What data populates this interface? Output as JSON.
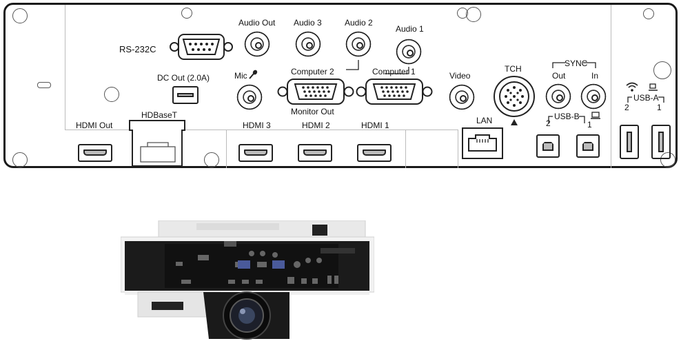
{
  "panel": {
    "labels": {
      "rs232c": "RS-232C",
      "audio_out": "Audio Out",
      "audio3": "Audio 3",
      "audio2": "Audio 2",
      "audio1": "Audio 1",
      "dc_out": "DC Out (2.0A)",
      "mic": "Mic",
      "computer2": "Computer 2",
      "computer1": "Computer 1",
      "monitor_out": "Monitor Out",
      "video": "Video",
      "tch": "TCH",
      "sync": "SYNC",
      "sync_out": "Out",
      "sync_in": "In",
      "usb_a": "USB-A",
      "usb_a_2": "2",
      "usb_a_1": "1",
      "usb_b": "USB-B",
      "usb_b_2": "2",
      "usb_b_1": "1",
      "hdmi_out": "HDMI Out",
      "hdbaset": "HDBaseT",
      "hdmi3": "HDMI 3",
      "hdmi2": "HDMI 2",
      "hdmi1": "HDMI 1",
      "lan": "LAN"
    }
  },
  "colors": {
    "outline": "#1a1a1a",
    "port_fill": "#bbbbbb",
    "projector_body": "#eeeeee",
    "projector_panel": "#1b1b1b"
  },
  "icons": [
    "microphone-icon",
    "wifi-icon",
    "laptop-icon",
    "tch-arrow-icon"
  ]
}
